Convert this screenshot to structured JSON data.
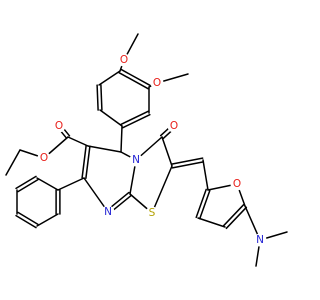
{
  "molecule": {
    "atom_colors": {
      "O": "#e8201b",
      "N": "#2323d4",
      "S": "#b3a100",
      "C": "#000000"
    },
    "atoms": [
      {
        "key": "o_ome_top",
        "el": "O",
        "label": "O"
      },
      {
        "key": "o_ome_right",
        "el": "O",
        "label": "O"
      },
      {
        "key": "o_ester_carbonyl",
        "el": "O",
        "label": "O"
      },
      {
        "key": "o_ester_ether",
        "el": "O",
        "label": "O"
      },
      {
        "key": "o_ketone",
        "el": "O",
        "label": "O"
      },
      {
        "key": "n_ring_top",
        "el": "N",
        "label": "N"
      },
      {
        "key": "n_ring_bottom",
        "el": "N",
        "label": "N"
      },
      {
        "key": "s_thiazole",
        "el": "S",
        "label": "S"
      },
      {
        "key": "o_furan",
        "el": "O",
        "label": "O"
      },
      {
        "key": "n_dimethylamino",
        "el": "N",
        "label": "N"
      }
    ]
  }
}
